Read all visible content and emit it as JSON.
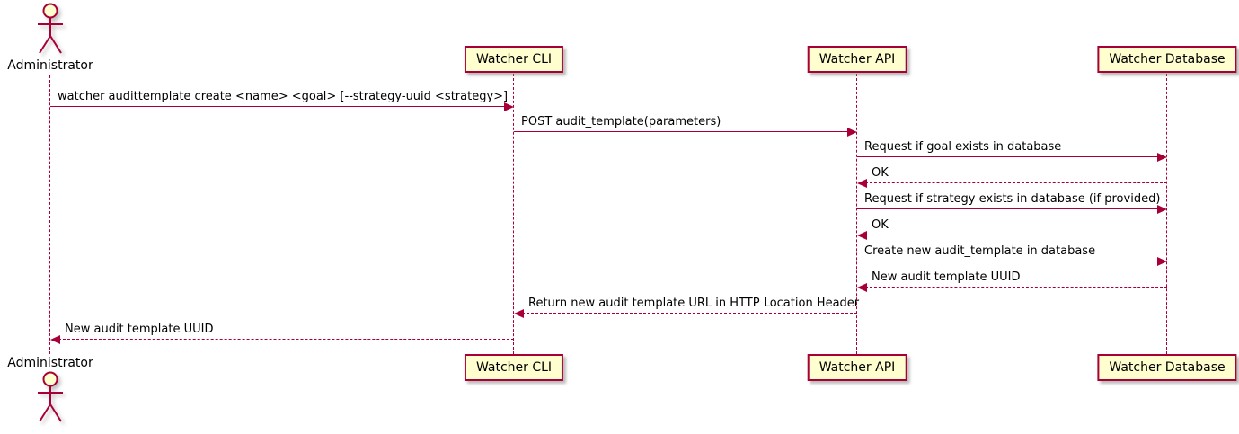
{
  "diagram": {
    "type": "sequence",
    "colors": {
      "line": "#A80036",
      "fill": "#FEFECE",
      "text": "#000000"
    },
    "participants": [
      {
        "name": "Administrator",
        "kind": "actor"
      },
      {
        "name": "Watcher CLI",
        "kind": "participant"
      },
      {
        "name": "Watcher API",
        "kind": "participant"
      },
      {
        "name": "Watcher Database",
        "kind": "participant"
      }
    ],
    "messages": [
      {
        "from": "Administrator",
        "to": "Watcher CLI",
        "label": "watcher audittemplate create <name> <goal> [--strategy-uuid <strategy>]",
        "line": "solid"
      },
      {
        "from": "Watcher CLI",
        "to": "Watcher API",
        "label": "POST audit_template(parameters)",
        "line": "solid"
      },
      {
        "from": "Watcher API",
        "to": "Watcher Database",
        "label": "Request if goal exists in database",
        "line": "solid"
      },
      {
        "from": "Watcher Database",
        "to": "Watcher API",
        "label": "OK",
        "line": "dashed"
      },
      {
        "from": "Watcher API",
        "to": "Watcher Database",
        "label": "Request if strategy exists in database (if provided)",
        "line": "solid"
      },
      {
        "from": "Watcher Database",
        "to": "Watcher API",
        "label": "OK",
        "line": "dashed"
      },
      {
        "from": "Watcher API",
        "to": "Watcher Database",
        "label": "Create new audit_template in database",
        "line": "solid"
      },
      {
        "from": "Watcher Database",
        "to": "Watcher API",
        "label": "New audit template UUID",
        "line": "dashed"
      },
      {
        "from": "Watcher API",
        "to": "Watcher CLI",
        "label": "Return new audit template URL in HTTP Location Header",
        "line": "dashed"
      },
      {
        "from": "Watcher CLI",
        "to": "Administrator",
        "label": "New audit template UUID",
        "line": "dashed"
      }
    ]
  }
}
